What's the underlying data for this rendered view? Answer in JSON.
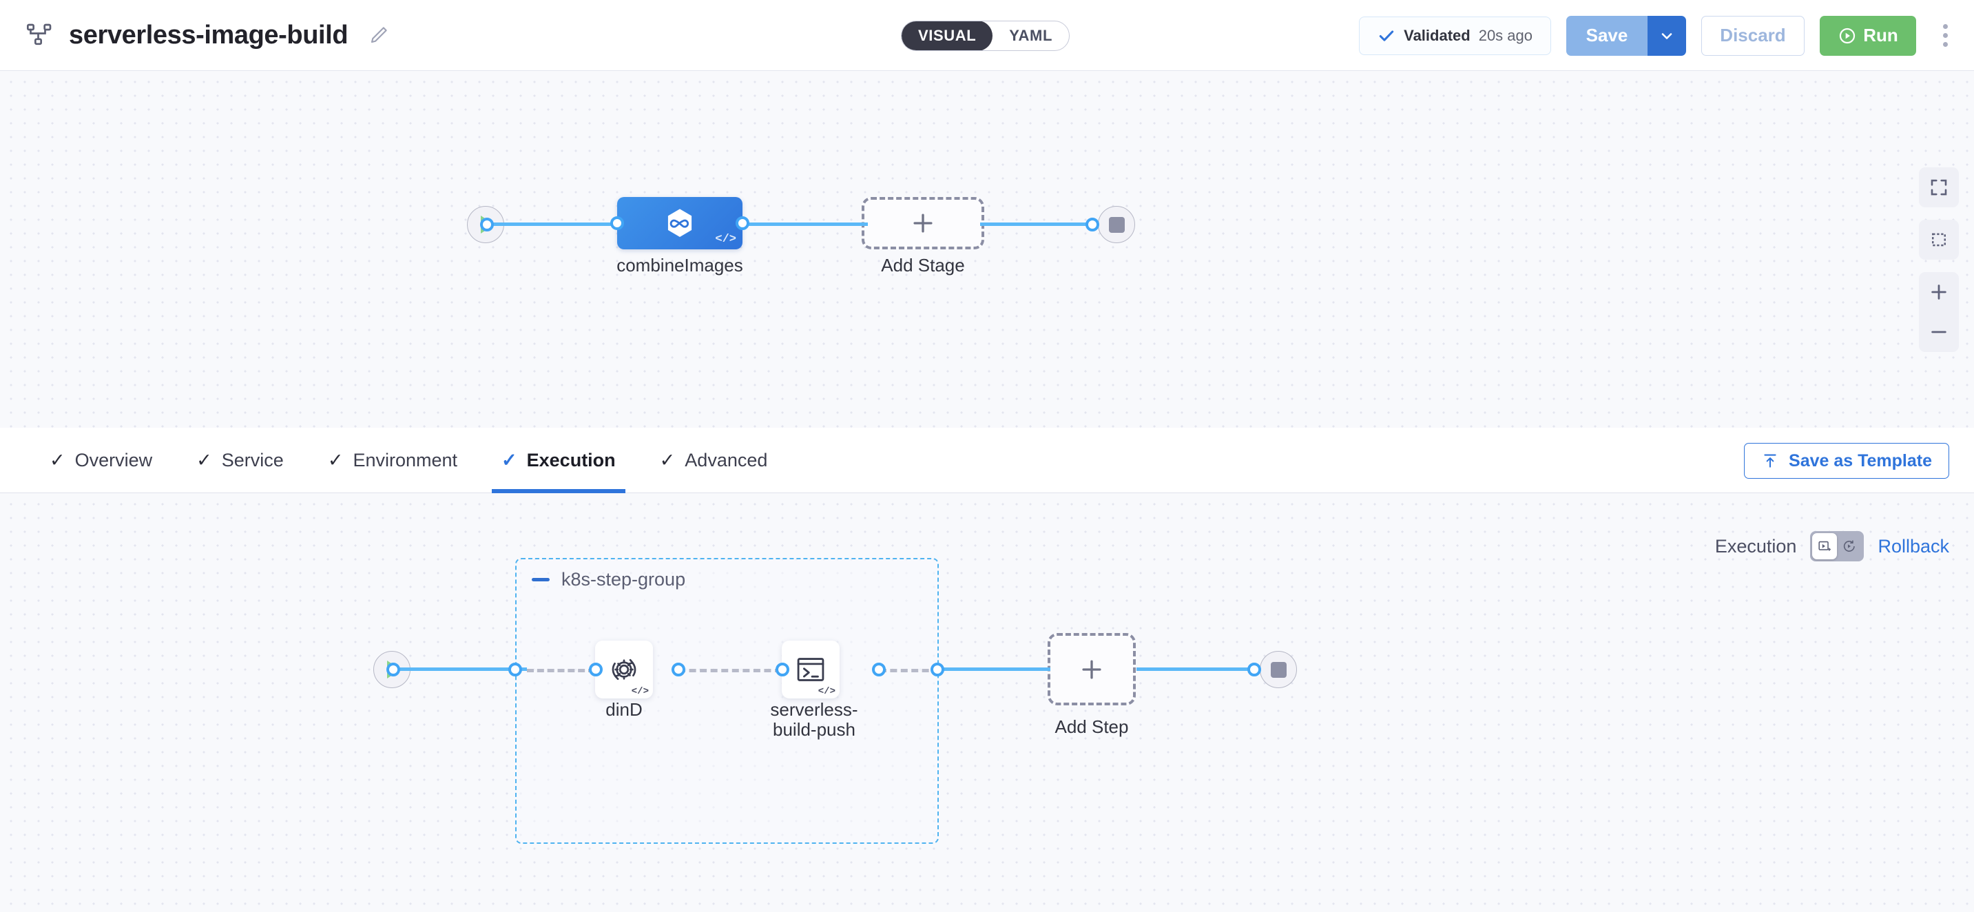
{
  "header": {
    "pipeline_icon": "pipeline-nodes-icon",
    "title": "serverless-image-build",
    "edit_icon": "pencil-icon",
    "mode_toggle": {
      "visual": "VISUAL",
      "yaml": "YAML",
      "selected": "VISUAL"
    },
    "validated": {
      "check_icon": "check-icon",
      "label": "Validated",
      "time": "20s ago"
    },
    "save_label": "Save",
    "save_caret_icon": "chevron-down-icon",
    "discard_label": "Discard",
    "run_label": "Run",
    "run_icon": "play-circle-icon",
    "more_icon": "kebab-menu-icon"
  },
  "stage_canvas": {
    "start_node": {
      "icon": "play-icon",
      "name": "pipeline-start"
    },
    "end_node": {
      "icon": "stop-icon",
      "name": "pipeline-end"
    },
    "stages": [
      {
        "label": "combineImages",
        "icon": "ci-build-hexagon-icon",
        "badge": "</>",
        "type": "ci"
      }
    ],
    "add_stage": {
      "label": "Add Stage",
      "icon": "plus-icon"
    }
  },
  "tabs": [
    {
      "label": "Overview",
      "check": "✓",
      "active": false
    },
    {
      "label": "Service",
      "check": "✓",
      "active": false
    },
    {
      "label": "Environment",
      "check": "✓",
      "active": false
    },
    {
      "label": "Execution",
      "check": "✓",
      "active": true
    },
    {
      "label": "Advanced",
      "check": "✓",
      "active": false
    }
  ],
  "save_as_template": {
    "label": "Save as Template",
    "icon": "upload-template-icon"
  },
  "exec_toggle": {
    "execution_label": "Execution",
    "rollback_label": "Rollback",
    "execution_icon": "execution-play-box-icon",
    "rollback_icon": "rollback-rotate-icon",
    "selected": "Execution"
  },
  "steps_canvas": {
    "start_node": {
      "icon": "play-icon",
      "name": "steps-start"
    },
    "end_node": {
      "icon": "stop-icon",
      "name": "steps-end"
    },
    "step_group": {
      "label": "k8s-step-group",
      "collapse_icon": "minus-icon",
      "steps": [
        {
          "label": "dinD",
          "icon": "gear-rotate-icon",
          "badge": "</>"
        },
        {
          "label": "serverless-build-push",
          "label_line1": "serverless-",
          "label_line2": "build-push",
          "icon": "terminal-icon",
          "badge": "</>"
        }
      ]
    },
    "add_step": {
      "label": "Add Step",
      "icon": "plus-icon"
    }
  },
  "canvas_controls": [
    {
      "name": "fit-to-screen-icon"
    },
    {
      "name": "selection-box-icon"
    },
    {
      "name": "zoom-in-icon"
    },
    {
      "name": "zoom-out-icon"
    }
  ],
  "colors": {
    "accent_blue": "#2f74db",
    "edge_blue": "#5bb8f7",
    "green": "#6cbf6c",
    "canvas_bg": "#f8f9fc",
    "group_border": "#4fb3f0"
  }
}
